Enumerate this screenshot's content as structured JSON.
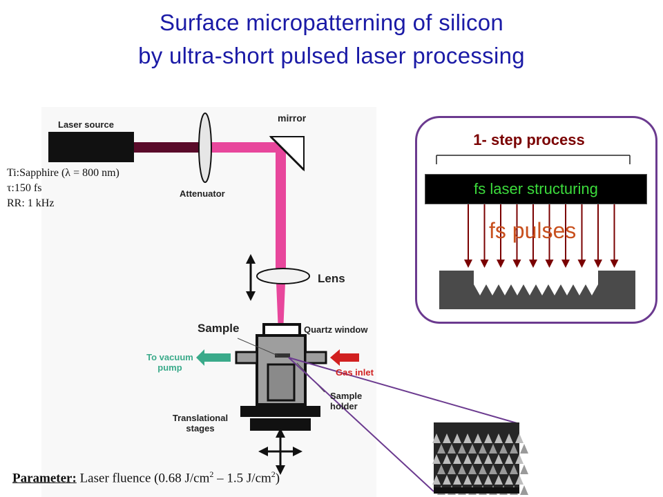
{
  "slide": {
    "title_line1": "Surface micropatterning of silicon",
    "title_line2": "by ultra-short pulsed laser processing"
  },
  "setup": {
    "laser_source": "Laser source",
    "mirror": "mirror",
    "attenuator": "Attenuator",
    "lens": "Lens",
    "sample": "Sample",
    "quartz_window": "Quartz window",
    "to_vacuum_line1": "To vacuum",
    "to_vacuum_line2": "pump",
    "gas_inlet": "Gas inlet",
    "sample_holder_line1": "Sample",
    "sample_holder_line2": "holder",
    "stages_line1": "Translational",
    "stages_line2": "stages",
    "spec_laser": "Ti:Sapphire (λ = 800 nm)",
    "spec_pulse": "τ:150 fs",
    "spec_rr": "RR: 1 kHz"
  },
  "parameter": {
    "label": "Parameter:",
    "text1": " Laser fluence (0.68 J/cm",
    "sup1": "2",
    "text2": " – 1.5 J/cm",
    "sup2": "2",
    "text3": ")"
  },
  "process": {
    "step": "1- step process",
    "bar": "fs laser structuring",
    "pulses": "fs pulses"
  },
  "colors": {
    "title": "#1a1aa6",
    "beam": "#e8479c",
    "box_border": "#6b3a8f",
    "step_text": "#7a0000",
    "bar_text": "#3cdc3c",
    "pulses_text": "#c8501e",
    "arrow": "#7a0000",
    "vacuum": "#3aaa8a",
    "gas": "#d12020"
  }
}
